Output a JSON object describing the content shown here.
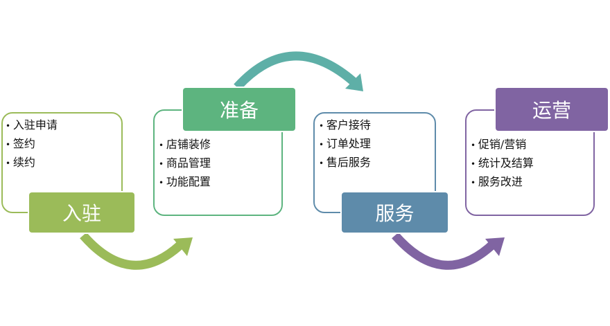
{
  "colors": {
    "stage1": "#9BBB59",
    "stage2": "#5DB47F",
    "stage3": "#5E8BAA",
    "stage4": "#8064A2",
    "arrow2": "#5EAFA7"
  },
  "stages": [
    {
      "title": "入驻",
      "items": [
        "入驻申请",
        "签约",
        "续约"
      ]
    },
    {
      "title": "准备",
      "items": [
        "店铺装修",
        "商品管理",
        "功能配置"
      ]
    },
    {
      "title": "服务",
      "items": [
        "客户接待",
        "订单处理",
        "售后服务"
      ]
    },
    {
      "title": "运营",
      "items": [
        "促销/营销",
        "统计及结算",
        "服务改进"
      ]
    }
  ]
}
